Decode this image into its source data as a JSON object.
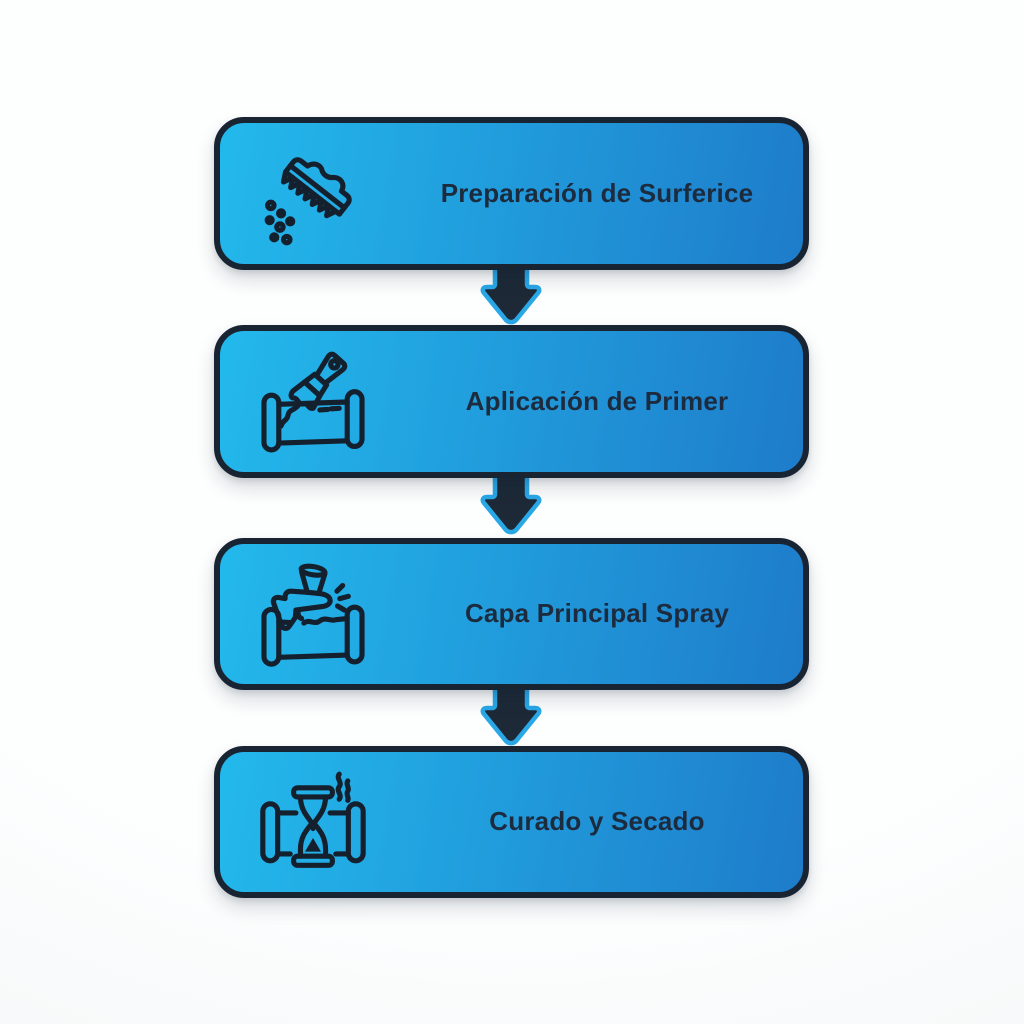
{
  "diagram": {
    "steps": [
      {
        "label": "Preparación de Surferice",
        "icon": "surface-scrub-brush-icon"
      },
      {
        "label": "Aplicación de Primer",
        "icon": "primer-paintbrush-pipe-icon"
      },
      {
        "label": "Capa Principal Spray",
        "icon": "spray-gun-pipe-icon"
      },
      {
        "label": "Curado y Secado",
        "icon": "hourglass-drying-pipe-icon"
      }
    ],
    "connectors": [
      {
        "type": "arrow-down"
      },
      {
        "type": "arrow-down"
      },
      {
        "type": "arrow-down"
      }
    ]
  },
  "colors": {
    "background": "#fdfefe",
    "box_gradient_start": "#23b9ec",
    "box_gradient_end": "#1e7cca",
    "box_border": "#192433",
    "label_text": "#1c2b3e",
    "icon_stroke": "#14202e",
    "arrow_fill": "#1d2937",
    "arrow_outline": "#29a8e8"
  }
}
